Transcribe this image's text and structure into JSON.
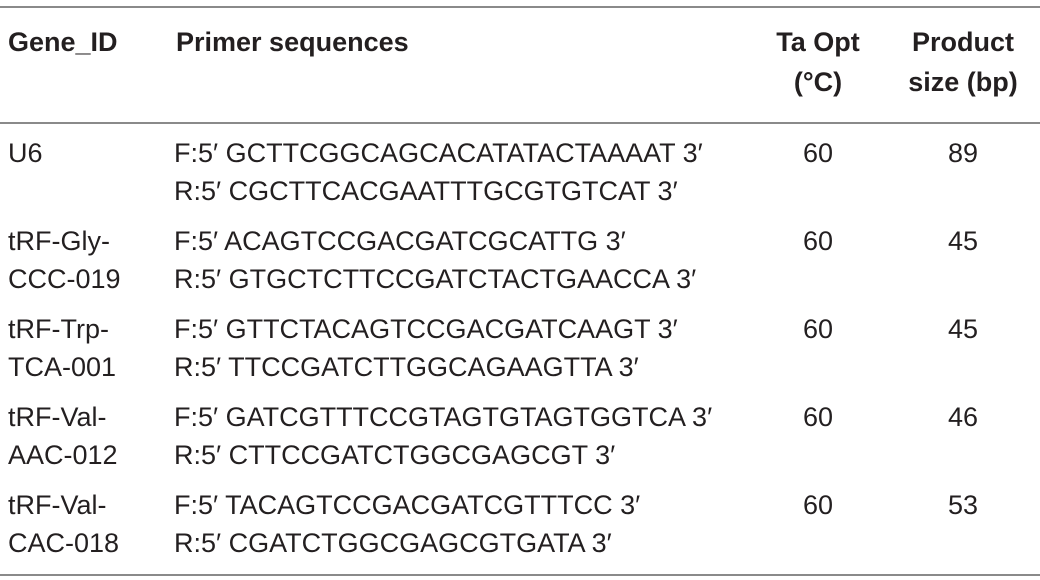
{
  "headers": {
    "gene_id": "Gene_ID",
    "primer_sequences": "Primer sequences",
    "ta_opt_line1": "Ta Opt",
    "ta_opt_line2": "(°C)",
    "product_size_line1": "Product",
    "product_size_line2": "size (bp)"
  },
  "rows": [
    {
      "gene_line1": "U6",
      "gene_line2": "",
      "forward": "F:5′ GCTTCGGCAGCACATATACTAAAAT 3′",
      "reverse": "R:5′ CGCTTCACGAATTTGCGTGTCAT 3′",
      "ta_opt": "60",
      "product_size": "89"
    },
    {
      "gene_line1": "tRF-Gly-",
      "gene_line2": "CCC-019",
      "forward": "F:5′ ACAGTCCGACGATCGCATTG 3′",
      "reverse": "R:5′ GTGCTCTTCCGATCTACTGAACCA 3′",
      "ta_opt": "60",
      "product_size": "45"
    },
    {
      "gene_line1": "tRF-Trp-",
      "gene_line2": "TCA-001",
      "forward": "F:5′ GTTCTACAGTCCGACGATCAAGT 3′",
      "reverse": "R:5′ TTCCGATCTTGGCAGAAGTTA 3′",
      "ta_opt": "60",
      "product_size": "45"
    },
    {
      "gene_line1": "tRF-Val-",
      "gene_line2": "AAC-012",
      "forward": "F:5′ GATCGTTTCCGTAGTGTAGTGGTCA 3′",
      "reverse": "R:5′ CTTCCGATCTGGCGAGCGT 3′",
      "ta_opt": "60",
      "product_size": "46"
    },
    {
      "gene_line1": "tRF-Val-",
      "gene_line2": "CAC-018",
      "forward": "F:5′ TACAGTCCGACGATCGTTTCC 3′",
      "reverse": "R:5′ CGATCTGGCGAGCGTGATA 3′",
      "ta_opt": "60",
      "product_size": "53"
    }
  ]
}
